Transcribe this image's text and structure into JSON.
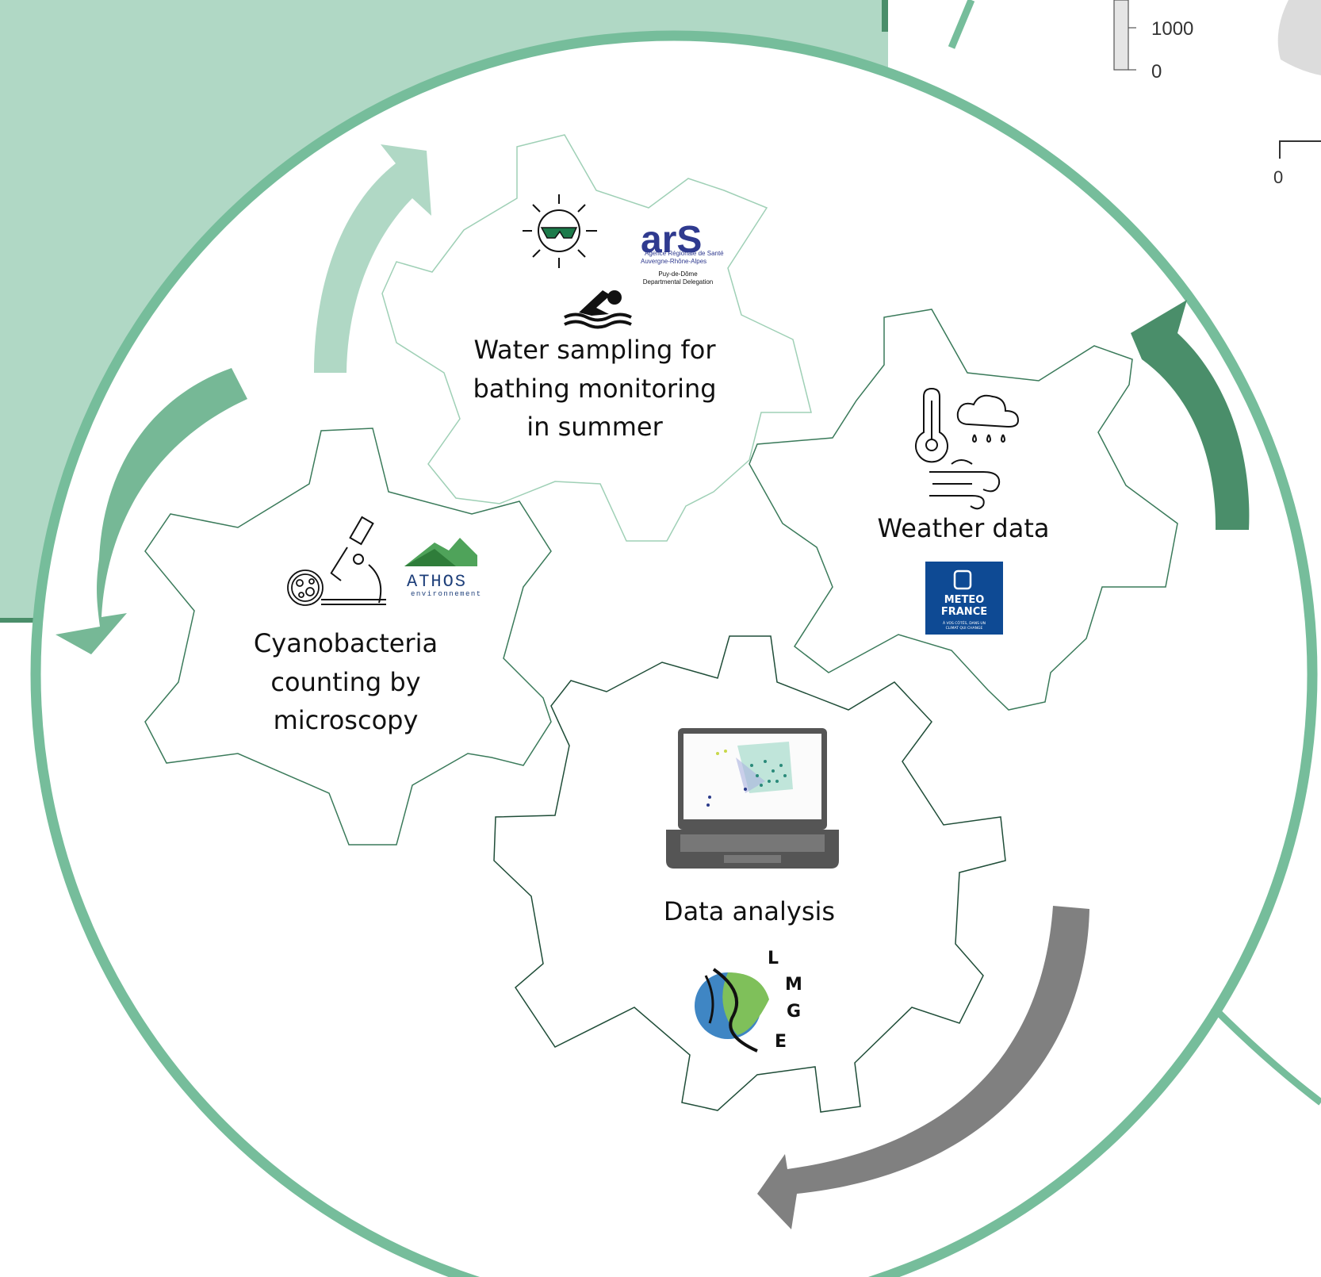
{
  "colors": {
    "outer_circle": "#76bd9b",
    "background_block": "#b0d8c5",
    "arrow_light": "#b0d8c5",
    "arrow_mid": "#76b896",
    "arrow_dark": "#4a8e6a",
    "arrow_gray": "#808080",
    "gear_stroke": "#3a7a5a",
    "meteo_blue": "#0e4a94"
  },
  "scale_bar": {
    "tick_1000": "1000",
    "tick_0": "0",
    "tick_0_right": "0"
  },
  "gears": {
    "water": {
      "line1": "Water sampling  for",
      "line2": "bathing monitoring",
      "line3": "in summer",
      "icons": [
        "sun-with-sunglasses-icon",
        "swimmer-icon"
      ]
    },
    "weather": {
      "line1": "Weather data",
      "icons": [
        "thermometer-icon",
        "rain-cloud-icon",
        "wind-icon"
      ]
    },
    "cyano": {
      "line1": "Cyanobacteria",
      "line2": "counting  by",
      "line3": "microscopy",
      "icons": [
        "petri-dish-icon",
        "microscope-icon"
      ]
    },
    "analysis": {
      "line1": "Data analysis",
      "icons": [
        "laptop-icon"
      ]
    }
  },
  "logos": {
    "ars": {
      "wordmark": "arS",
      "line1": "Agence Régionale de Santé",
      "line2": "Auvergne-Rhône-Alpes",
      "line3": "Puy-de-Dôme",
      "line4": "Departmental Delegation"
    },
    "athos": {
      "wordmark": "ATHOS",
      "sub": "environnement"
    },
    "meteo": {
      "line1": "METEO",
      "line2": "FRANCE",
      "tag1": "À VOS CÔTÉS, DANS UN",
      "tag2": "CLIMAT QUI CHANGE"
    },
    "lmge": {
      "l": "L",
      "m": "M",
      "g": "G",
      "e": "E"
    }
  }
}
